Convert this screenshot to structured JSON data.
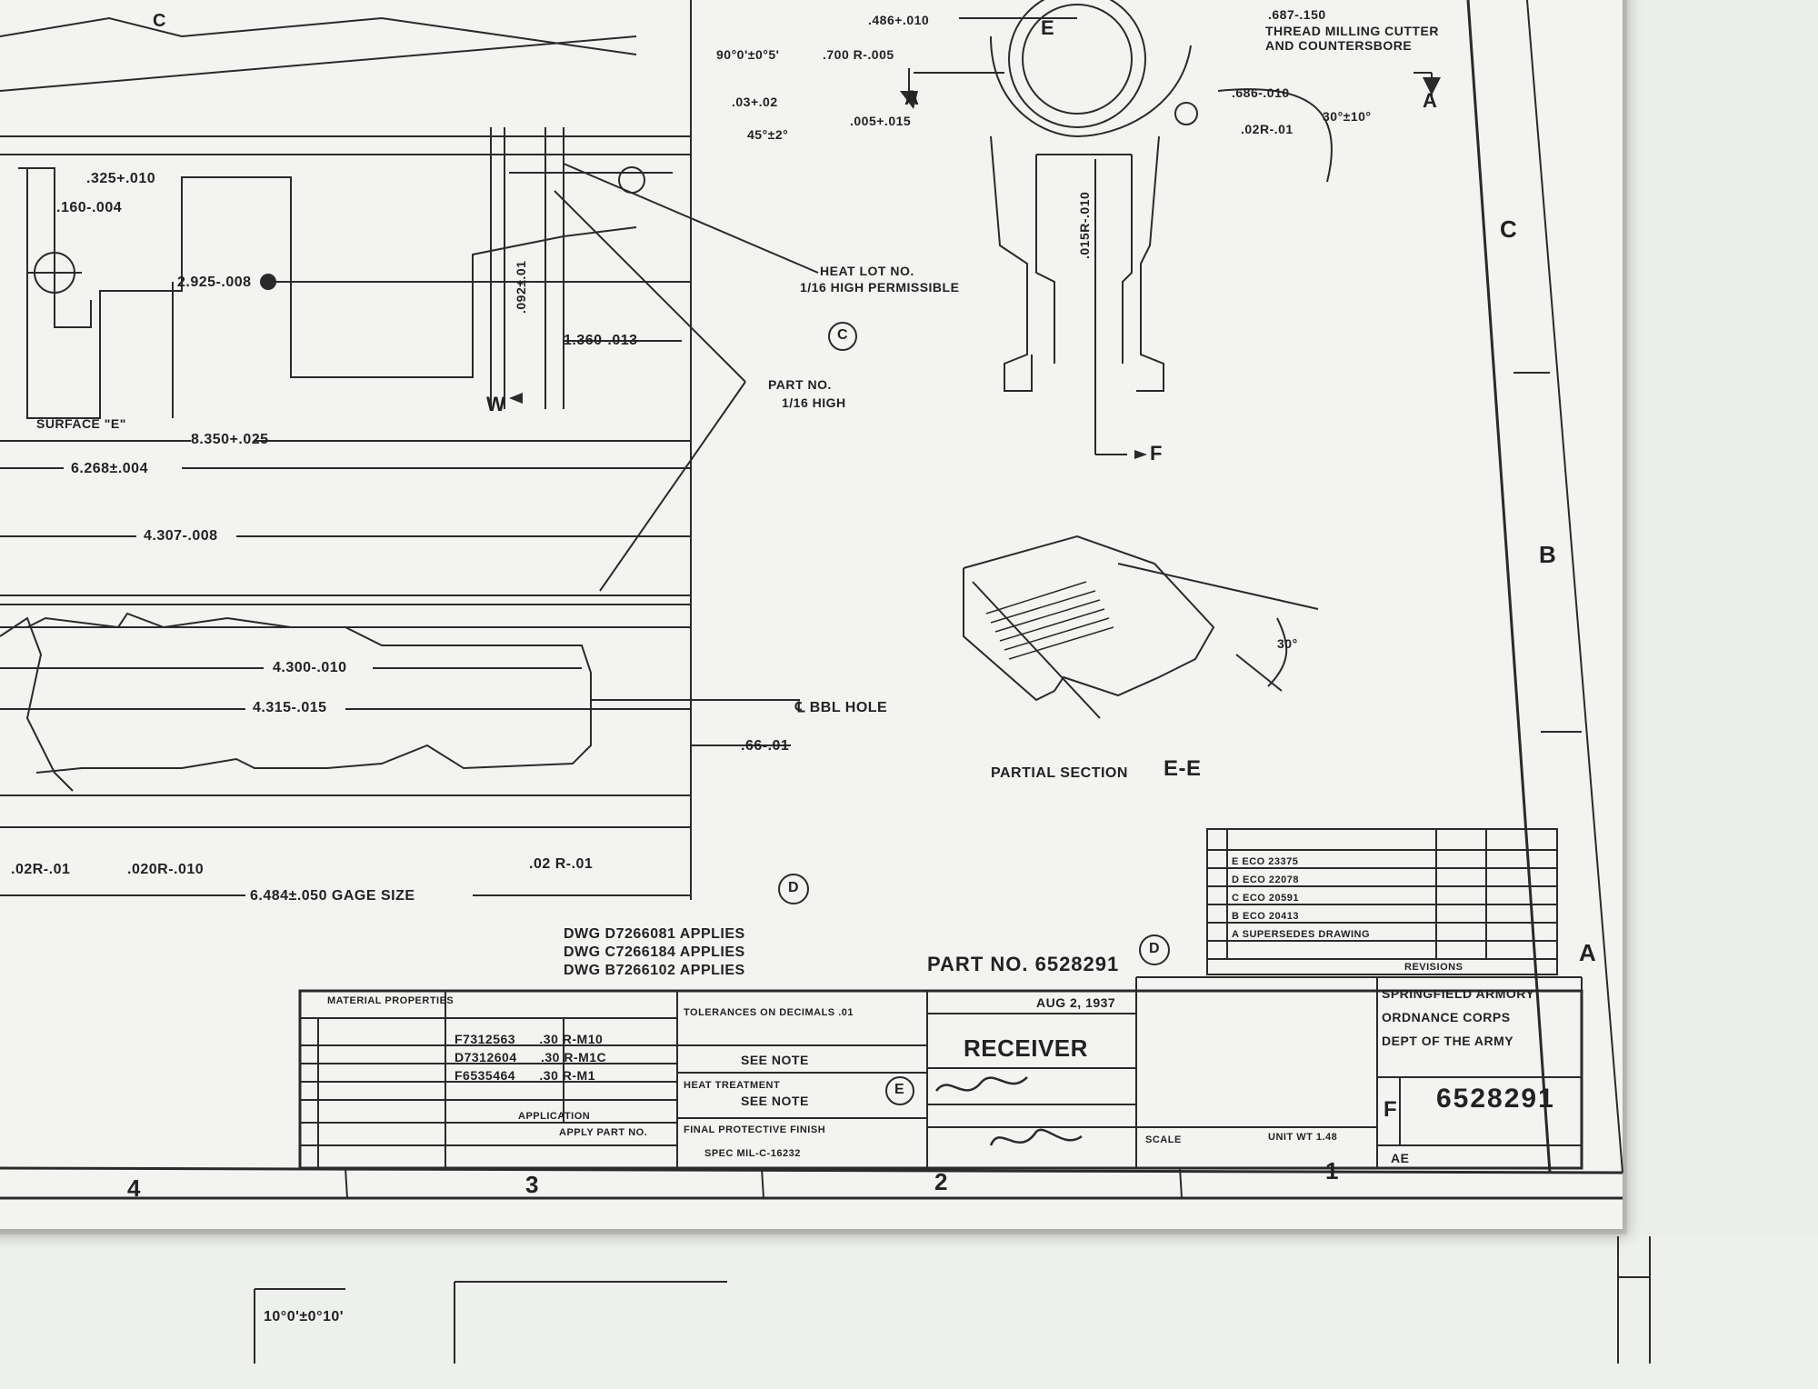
{
  "title_block": {
    "title": "RECEIVER",
    "part_number": "6528291",
    "part_no_label": "PART NO. 6528291",
    "org_line1": "SPRINGFIELD ARMORY",
    "org_line2": "ORDNANCE CORPS",
    "org_line3": "DEPT OF THE ARMY",
    "size": "F",
    "date": "AUG 2, 1937",
    "tolerances": "TOLERANCES ON DECIMALS .01",
    "see_note_1": "SEE NOTE",
    "see_note_2": "SEE NOTE",
    "heat_treatment": "HEAT TREATMENT",
    "final_finish": "FINAL PROTECTIVE FINISH",
    "finish_spec": "SPEC MIL-C-16232",
    "application": "APPLICATION",
    "apply_part_no": "APPLY PART NO.",
    "material_properties": "MATERIAL PROPERTIES",
    "scale": "SCALE",
    "unit_wt": "UNIT WT 1.48",
    "ae": "AE",
    "ref_rows": [
      {
        "ref": "F7312563",
        "value": ".30 R-M10"
      },
      {
        "ref": "D7312604",
        "value": ".30 R-M1C"
      },
      {
        "ref": "F6535464",
        "value": ".30 R-M1"
      }
    ]
  },
  "applies_notes": [
    "DWG D7266081 APPLIES",
    "DWG C7266184 APPLIES",
    "DWG B7266102 APPLIES"
  ],
  "revisions": [
    {
      "sym": "E",
      "text": "ECO 23375"
    },
    {
      "sym": "D",
      "text": "ECO 22078"
    },
    {
      "sym": "C",
      "text": "ECO 20591"
    },
    {
      "sym": "B",
      "text": "ECO 20413"
    },
    {
      "sym": "A",
      "text": "SUPERSEDES DRAWING"
    }
  ],
  "revisions_label": "REVISIONS",
  "zones": {
    "col_4": "4",
    "col_3": "3",
    "col_2": "2",
    "col_1": "1",
    "row_a": "A",
    "row_b": "B",
    "row_c": "C"
  },
  "dimensions": {
    "d1": ".325+.010",
    "d2": ".160-.004",
    "d3": "2.925-.008",
    "d4": "1.360-.013",
    "d5": "8.350+.025",
    "d6": "6.268±.004",
    "d7": "4.307-.008",
    "d8": "4.300-.010",
    "d9": "4.315-.015",
    "d10": ".66-.01",
    "d11": ".02R-.01",
    "d12": ".020R-.010",
    "d13": ".02 R-.01",
    "d14": "6.484±.050 GAGE SIZE",
    "d15": ".03+.02",
    "d16": "45°±2°",
    "d17": "90°0'±0°5'",
    "d18": ".700 R-.005",
    "d19": ".005+.015",
    "d20": ".486+.010",
    "d21": ".687-.150",
    "d22": ".686-.010",
    "d23": ".02R-.01",
    "d24": "30°±10°",
    "d25": ".015R-.010",
    "d26": "30°",
    "d27": ".092±.01",
    "d28": "10°0'±0°10'"
  },
  "notes": {
    "thread_milling": "THREAD MILLING CUTTER",
    "countersbore": "AND COUNTERSBORE",
    "heat_lot": "HEAT LOT NO.",
    "heat_lot_2": "1/16 HIGH PERMISSIBLE",
    "part_no_note": "PART NO.",
    "part_no_note_2": "1/16 HIGH",
    "bbl_hole": "℄ BBL HOLE",
    "surface": "SURFACE \"E\"",
    "partial_section": "PARTIAL SECTION",
    "section_id": "E-E"
  },
  "markers": {
    "c": "C",
    "d1": "D",
    "d2": "D",
    "e": "E",
    "e2": "E",
    "a_left": "A",
    "a_right": "A",
    "f": "F",
    "w": "W",
    "c_top": "C"
  }
}
